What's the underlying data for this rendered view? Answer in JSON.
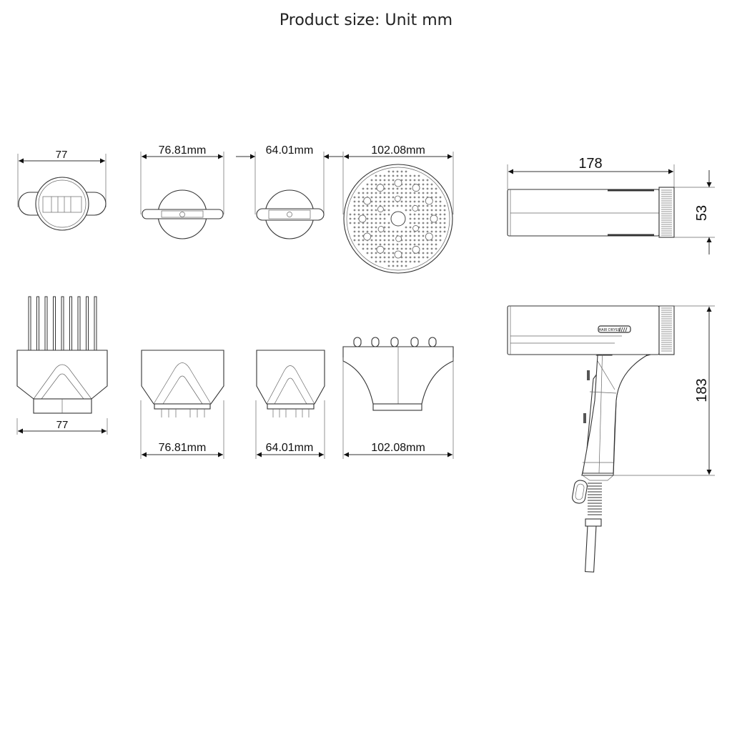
{
  "title": "Product size: Unit mm",
  "dimensions": {
    "comb_top": "77",
    "concentrator_large_top": "76.81mm",
    "concentrator_small_top": "64.01mm",
    "diffuser_top": "102.08mm",
    "comb_side": "77",
    "concentrator_large_side": "76.81mm",
    "concentrator_small_side": "64.01mm",
    "diffuser_side": "102.08mm",
    "dryer_length": "178",
    "dryer_diameter": "53",
    "dryer_height": "183"
  },
  "badge_text": "HAIR DRYER"
}
